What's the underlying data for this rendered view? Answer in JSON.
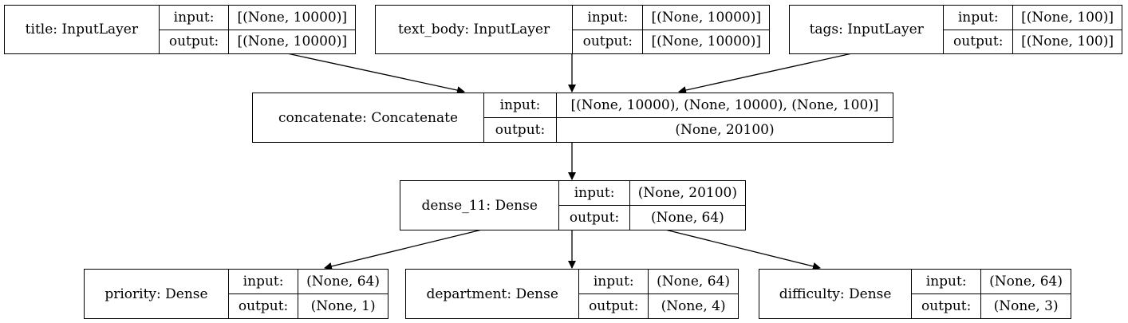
{
  "labels": {
    "input": "input:",
    "output": "output:"
  },
  "nodes": {
    "title": {
      "name": "title: InputLayer",
      "input": "[(None, 10000)]",
      "output": "[(None, 10000)]"
    },
    "text_body": {
      "name": "text_body: InputLayer",
      "input": "[(None, 10000)]",
      "output": "[(None, 10000)]"
    },
    "tags": {
      "name": "tags: InputLayer",
      "input": "[(None, 100)]",
      "output": "[(None, 100)]"
    },
    "concatenate": {
      "name": "concatenate: Concatenate",
      "input": "[(None, 10000), (None, 10000), (None, 100)]",
      "output": "(None, 20100)"
    },
    "dense_11": {
      "name": "dense_11: Dense",
      "input": "(None, 20100)",
      "output": "(None, 64)"
    },
    "priority": {
      "name": "priority: Dense",
      "input": "(None, 64)",
      "output": "(None, 1)"
    },
    "department": {
      "name": "department: Dense",
      "input": "(None, 64)",
      "output": "(None, 4)"
    },
    "difficulty": {
      "name": "difficulty: Dense",
      "input": "(None, 64)",
      "output": "(None, 3)"
    }
  },
  "edges": [
    {
      "from": "title",
      "to": "concatenate"
    },
    {
      "from": "text_body",
      "to": "concatenate"
    },
    {
      "from": "tags",
      "to": "concatenate"
    },
    {
      "from": "concatenate",
      "to": "dense_11"
    },
    {
      "from": "dense_11",
      "to": "priority"
    },
    {
      "from": "dense_11",
      "to": "department"
    },
    {
      "from": "dense_11",
      "to": "difficulty"
    }
  ]
}
